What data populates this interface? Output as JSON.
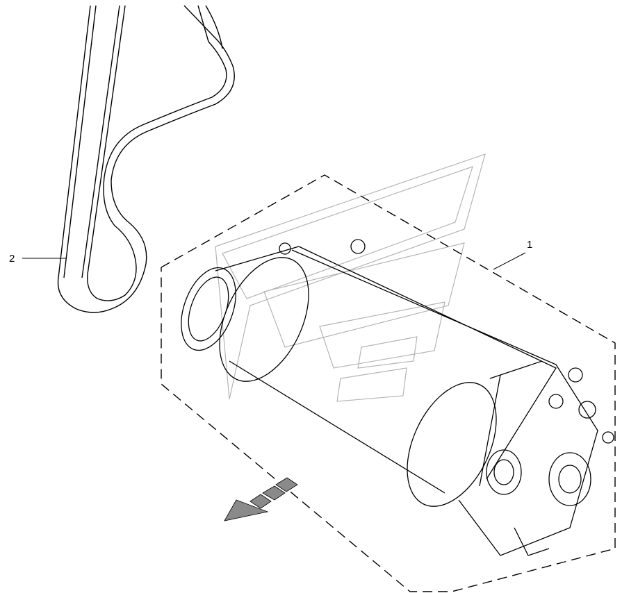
{
  "callouts": [
    {
      "number": "1",
      "part": "assembly"
    },
    {
      "number": "2",
      "part": "belt"
    }
  ],
  "colors": {
    "line": "#000000",
    "watermark": "#b0b0b0",
    "arrow": "#888888"
  }
}
